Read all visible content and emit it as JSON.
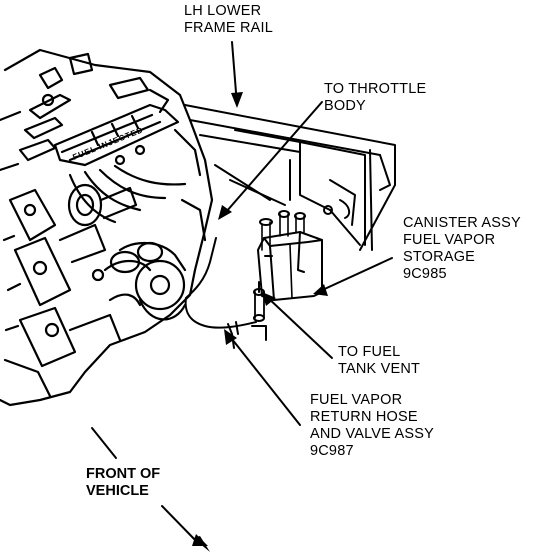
{
  "labels": {
    "frame_rail": [
      "LH LOWER",
      "FRAME RAIL"
    ],
    "throttle_body": [
      "TO THROTTLE",
      "BODY"
    ],
    "canister": [
      "CANISTER ASSY",
      "FUEL VAPOR",
      "STORAGE",
      "9C985"
    ],
    "tank_vent": [
      "TO FUEL",
      "TANK VENT"
    ],
    "return_hose": [
      "FUEL VAPOR",
      "RETURN HOSE",
      "AND VALVE ASSY",
      "9C987"
    ],
    "front": [
      "FRONT OF",
      "VEHICLE"
    ]
  },
  "engine_lettering": "FUEL INJECTED"
}
